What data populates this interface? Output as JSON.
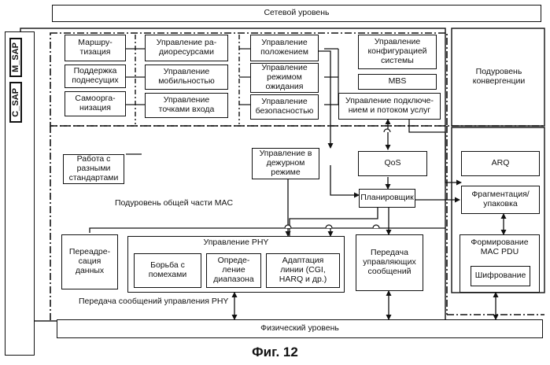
{
  "network_layer": "Сетевой уровень",
  "physical_layer": "Физический уровень",
  "sap": {
    "c": "C_SAP",
    "m": "M_SAP"
  },
  "blocks": {
    "routing": "Маршру-\nтизация",
    "subcarrier": "Поддержка\nподнесущих",
    "self_org": "Самоорга-\nнизация",
    "multi_std": "Работа с\nразными\nстандартами",
    "radio_res": "Управление ра-\nдиоресурсами",
    "mobility": "Управление\nмобильностью",
    "access_points": "Управление\nточками входа",
    "location": "Управление\nположением",
    "idle_mode": "Управление\nрежимом\nожидания",
    "security": "Управление\nбезопасностью",
    "sys_config": "Управление\nконфигурацией\nсистемы",
    "mbs": "MBS",
    "conn_flow": "Управление подключе-\nнием и потоком услуг",
    "sleep_mode": "Управление в\nдежурном\nрежиме",
    "qos": "QoS",
    "scheduler": "Планировщик",
    "convergence": "Подуровень\nконвергенции",
    "arq": "ARQ",
    "fragmentation": "Фрагментация/\nупаковка",
    "mac_pdu": "Формирование\nMAC PDU",
    "encryption": "Шифрование",
    "data_forward": "Переадре-\nсация\nданных",
    "phy_control": "Управление PHY",
    "interference": "Борьба с\nпомехами",
    "ranging": "Опреде-\nление\nдиапазона",
    "link_adapt": "Адаптация\nлинии (CGI,\nHARQ и др.)",
    "ctrl_msg": "Передача\nуправляющих\nсообщений"
  },
  "labels": {
    "common_part": "Подуровень общей части MAC",
    "phy_msg": "Передача сообщений управления PHY"
  },
  "caption": "Фиг. 12"
}
